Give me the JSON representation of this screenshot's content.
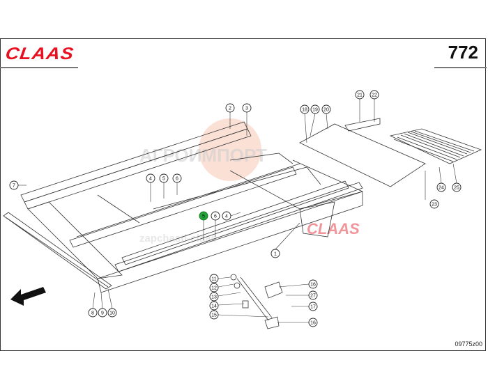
{
  "header": {
    "brand": "CLAAS",
    "page_number": "772"
  },
  "footer": {
    "drawing_code": "09775z00"
  },
  "watermark": {
    "line1": "АГРОИМПОРТ",
    "line2": "zapchasti-claas",
    "logo": "CLAAS"
  },
  "callouts": [
    "2",
    "3",
    "7",
    "4",
    "5",
    "6",
    "5",
    "6",
    "4",
    "1",
    "18",
    "19",
    "20",
    "21",
    "22",
    "23",
    "24",
    "25",
    "11",
    "12",
    "13",
    "14",
    "15",
    "16",
    "27",
    "17",
    "16",
    "8",
    "9",
    "10"
  ],
  "colors": {
    "brand": "#e8101e",
    "highlight": "#22a33a"
  }
}
